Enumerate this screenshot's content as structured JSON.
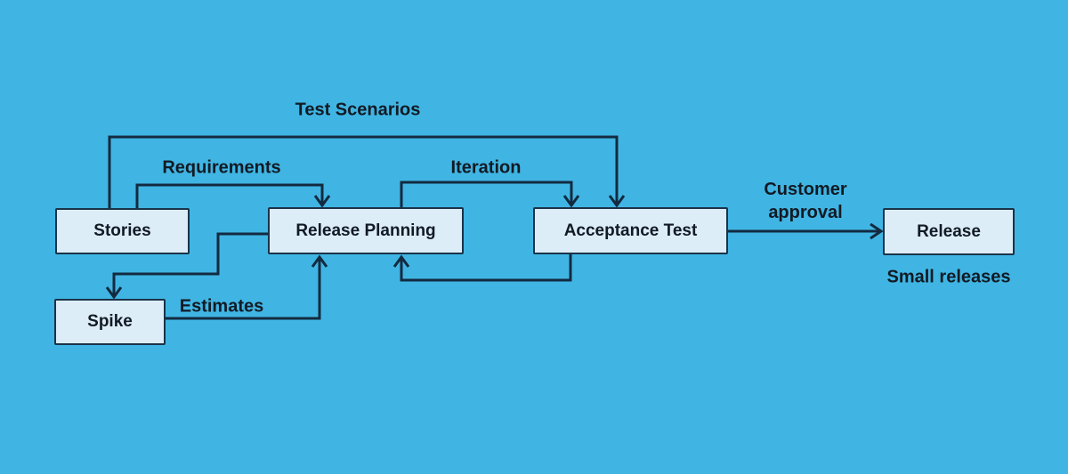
{
  "diagram_title": "XP process flow diagram",
  "colors": {
    "background": "#40b5e3",
    "node_fill": "#dcedf8",
    "node_border": "#1a3349",
    "line": "#132a40",
    "text": "#121a24"
  },
  "nodes": {
    "stories": {
      "label": "Stories"
    },
    "release_planning": {
      "label": "Release Planning"
    },
    "acceptance_test": {
      "label": "Acceptance Test"
    },
    "release": {
      "label": "Release"
    },
    "spike": {
      "label": "Spike"
    }
  },
  "labels": {
    "test_scenarios": "Test Scenarios",
    "requirements": "Requirements",
    "iteration": "Iteration",
    "customer_approval": "Customer approval",
    "estimates": "Estimates",
    "small_releases": "Small releases"
  },
  "edges": [
    {
      "from": "stories",
      "to": "acceptance_test",
      "label": "Test Scenarios",
      "route": "over-top"
    },
    {
      "from": "stories",
      "to": "release_planning",
      "label": "Requirements",
      "route": "over-top"
    },
    {
      "from": "release_planning",
      "to": "acceptance_test",
      "label": "Iteration",
      "route": "over-top"
    },
    {
      "from": "acceptance_test",
      "to": "release_planning",
      "label": "",
      "route": "under-bottom"
    },
    {
      "from": "release_planning",
      "to": "spike",
      "label": "",
      "route": "left-down"
    },
    {
      "from": "spike",
      "to": "release_planning",
      "label": "Estimates",
      "route": "right-up"
    },
    {
      "from": "acceptance_test",
      "to": "release",
      "label": "Customer approval",
      "route": "straight"
    }
  ]
}
